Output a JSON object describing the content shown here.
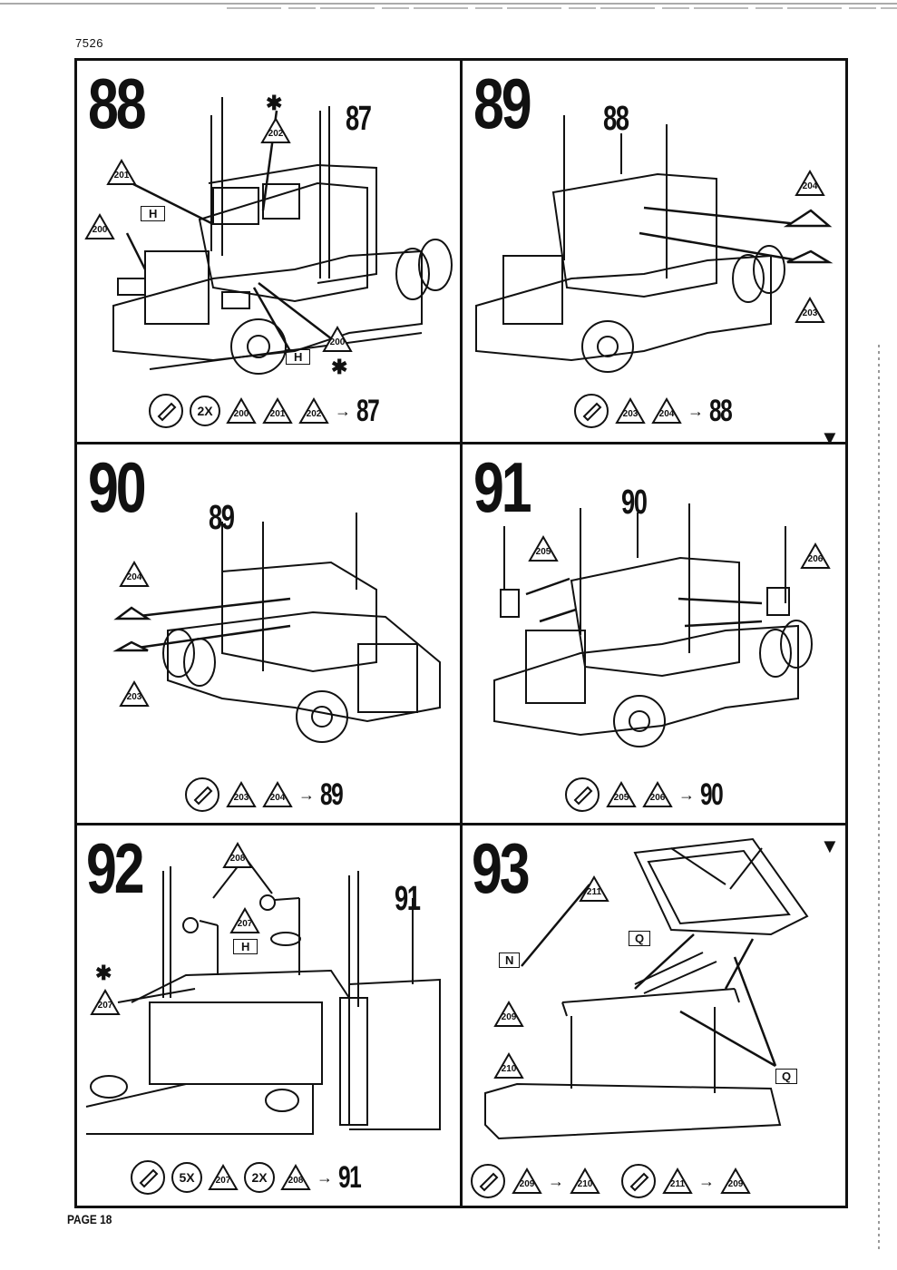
{
  "doc_number": "7526",
  "page_label": "PAGE 18",
  "steps": [
    {
      "number": "88",
      "ref_number": "87",
      "callouts": [
        "201",
        "200",
        "202",
        "200"
      ],
      "letters": [
        "H",
        "H"
      ],
      "sequence": {
        "multiplier": "2X",
        "parts": [
          "200",
          "201",
          "202"
        ],
        "target": "87"
      }
    },
    {
      "number": "89",
      "ref_number": "88",
      "callouts": [
        "204",
        "203"
      ],
      "letters": [],
      "sequence": {
        "multiplier": "",
        "parts": [
          "203",
          "204"
        ],
        "target": "88"
      }
    },
    {
      "number": "90",
      "ref_number": "89",
      "callouts": [
        "204",
        "203"
      ],
      "letters": [],
      "sequence": {
        "multiplier": "",
        "parts": [
          "203",
          "204"
        ],
        "target": "89"
      }
    },
    {
      "number": "91",
      "ref_number": "90",
      "callouts": [
        "205",
        "206"
      ],
      "letters": [],
      "sequence": {
        "multiplier": "",
        "parts": [
          "205",
          "206"
        ],
        "target": "90"
      }
    },
    {
      "number": "92",
      "ref_number": "91",
      "callouts": [
        "208",
        "207",
        "207"
      ],
      "letters": [
        "H"
      ],
      "sequence": {
        "multiplier": "5X",
        "parts": [
          "207"
        ],
        "multiplier2": "2X",
        "parts2": [
          "208"
        ],
        "target": "91"
      }
    },
    {
      "number": "93",
      "ref_number": "",
      "callouts": [
        "211",
        "209",
        "210"
      ],
      "letters": [
        "N",
        "Q",
        "Q"
      ],
      "sequence": {
        "pair1": [
          "209",
          "210"
        ],
        "pair2": [
          "211",
          "209"
        ]
      }
    }
  ]
}
